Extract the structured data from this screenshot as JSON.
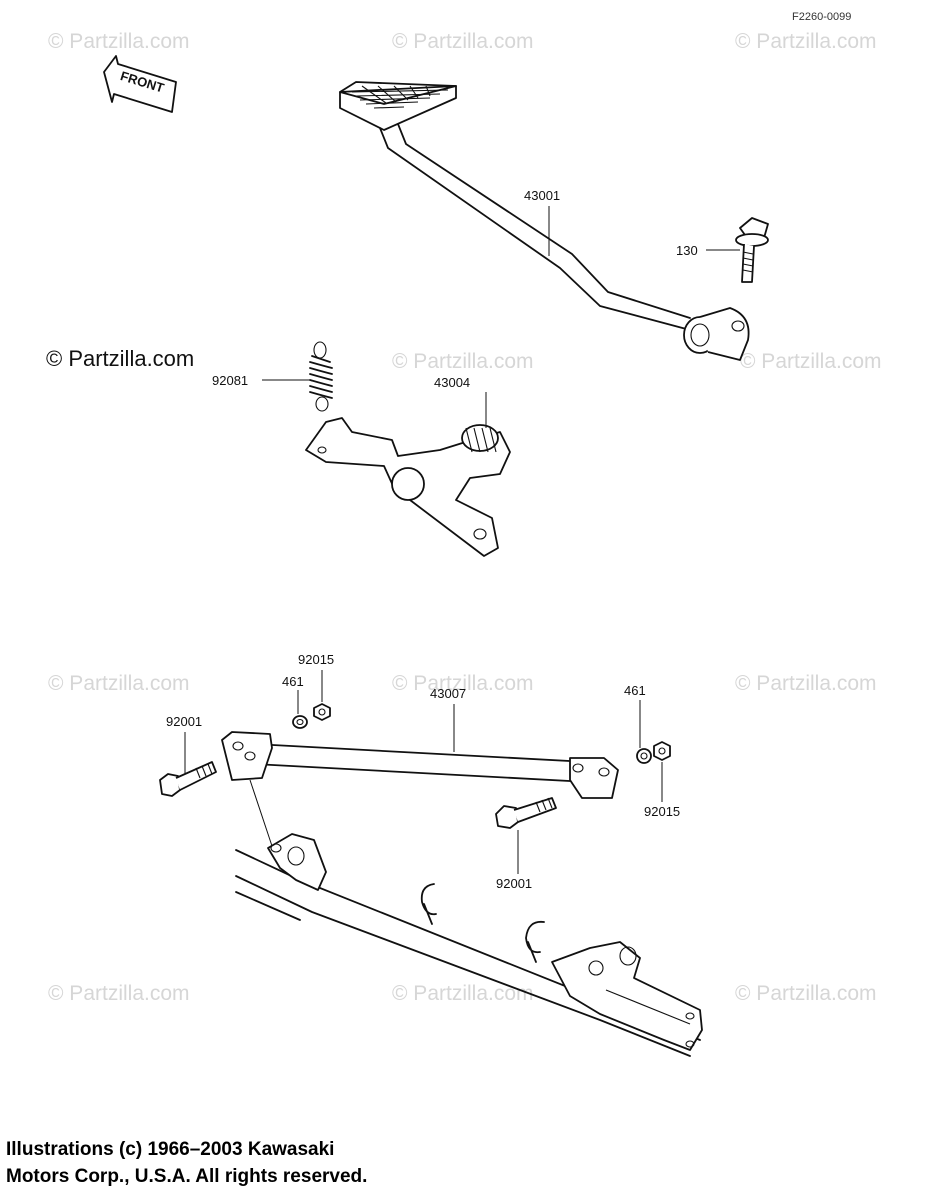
{
  "ref_code": "F2260-0099",
  "front_label": "FRONT",
  "watermarks": [
    "© Partzilla.com",
    "© Partzilla.com",
    "© Partzilla.com",
    "© Partzilla.com",
    "© Partzilla.com",
    "© Partzilla.com",
    "© Partzilla.com",
    "© Partzilla.com",
    "© Partzilla.com",
    "© Partzilla.com",
    "© Partzilla.com"
  ],
  "watermark_prominent": "© Partzilla.com",
  "parts": {
    "pedal": "43001",
    "bolt_130": "130",
    "spring": "92081",
    "shaft": "43004",
    "rod": "43007",
    "nut_left": "92015",
    "washer_left": "461",
    "bolt_left": "92001",
    "washer_right": "461",
    "nut_right": "92015",
    "bolt_center": "92001"
  },
  "copyright": {
    "line1": "Illustrations (c) 1966–2003 Kawasaki",
    "line2": "Motors Corp., U.S.A.  All rights reserved."
  }
}
